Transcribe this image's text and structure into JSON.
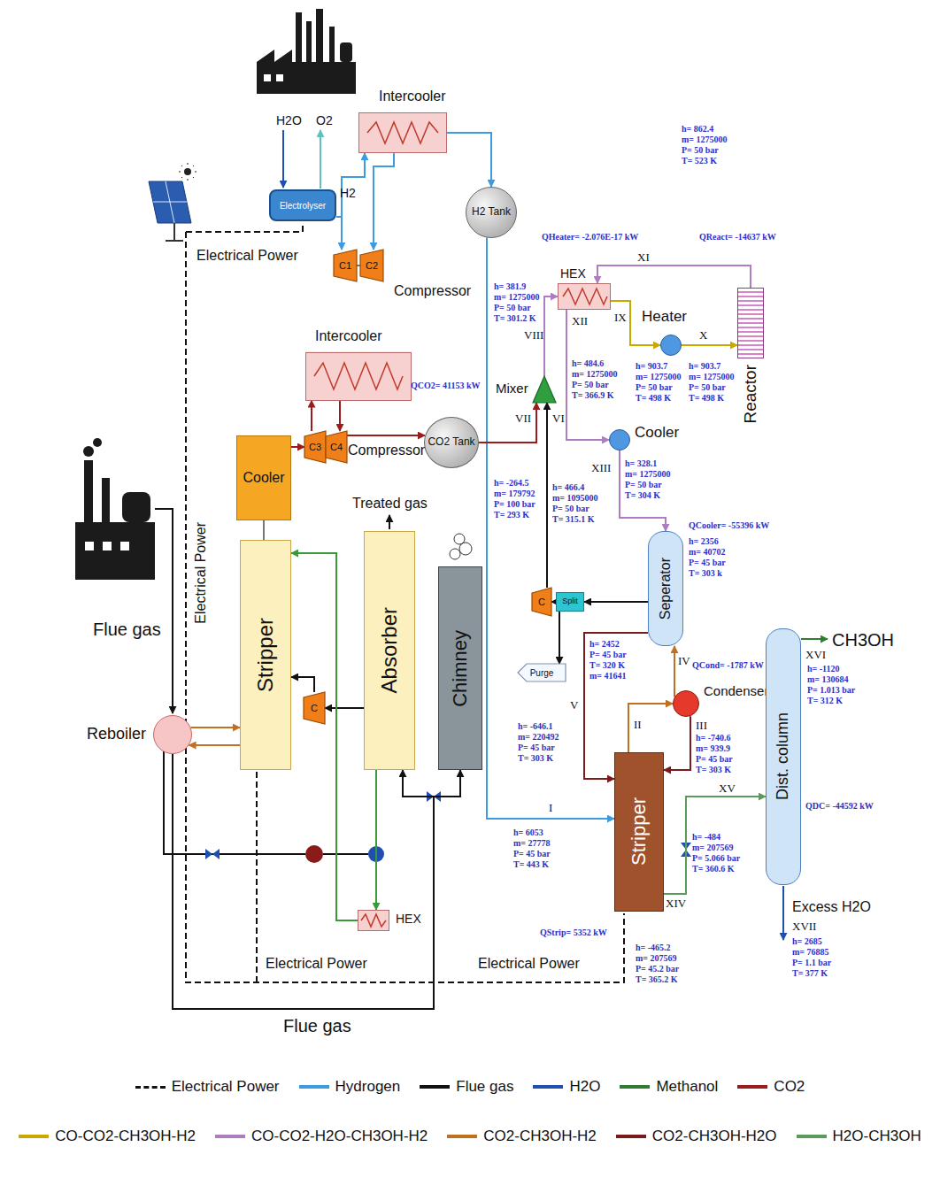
{
  "diagram": {
    "nodes": [
      {
        "text": [
          "Electrolyser"
        ]
      },
      {
        "text": [
          "Intercooler"
        ]
      },
      {
        "text": [
          "H2 Tank"
        ]
      },
      {
        "text": [
          "C1"
        ]
      },
      {
        "text": [
          "C2"
        ]
      },
      {
        "text": [
          "Intercooler"
        ]
      },
      {
        "text": [
          "CO2 Tank"
        ]
      },
      {
        "text": [
          "C3"
        ]
      },
      {
        "text": [
          "C4"
        ]
      },
      {
        "text": [
          "Cooler"
        ]
      },
      {
        "text": [
          "Stripper"
        ]
      },
      {
        "text": [
          "Absorber"
        ]
      },
      {
        "text": [
          "Chimney"
        ]
      },
      {
        "text": [
          "Reboiler"
        ]
      },
      {
        "text": [
          "C"
        ]
      },
      {
        "text": [
          "HEX"
        ]
      },
      {
        "text": [
          "HEX"
        ]
      },
      {
        "text": [
          "Mixer"
        ]
      },
      {
        "text": [
          "Heater"
        ]
      },
      {
        "text": [
          "Reactor"
        ]
      },
      {
        "text": [
          "Cooler"
        ]
      },
      {
        "text": [
          "Seperator"
        ]
      },
      {
        "text": [
          "Split"
        ]
      },
      {
        "text": [
          "Purge"
        ]
      },
      {
        "text": [
          "C"
        ]
      },
      {
        "text": [
          "Condenser"
        ]
      },
      {
        "text": [
          "Stripper"
        ]
      },
      {
        "text": [
          "Dist. column"
        ]
      }
    ],
    "edges": [
      {
        "from": 0,
        "to": 3,
        "arrow": "to"
      },
      {
        "from": 3,
        "to": 4,
        "arrow": "none"
      },
      {
        "from": 3,
        "to": 1,
        "arrow": "to"
      },
      {
        "from": 1,
        "to": 4,
        "arrow": "to"
      },
      {
        "from": 1,
        "to": 2,
        "arrow": "to"
      },
      {
        "from": 2,
        "to": 26,
        "arrow": "to"
      },
      {
        "from": 9,
        "to": 7,
        "arrow": "to"
      },
      {
        "from": 7,
        "to": 5,
        "arrow": "to"
      },
      {
        "from": 5,
        "to": 8,
        "arrow": "to"
      },
      {
        "from": 8,
        "to": 6,
        "arrow": "to"
      },
      {
        "from": 6,
        "to": 17,
        "arrow": "to"
      },
      {
        "from": 24,
        "to": 17,
        "arrow": "to"
      },
      {
        "from": 17,
        "to": 16,
        "arrow": "to"
      },
      {
        "from": 16,
        "to": 18,
        "arrow": "to"
      },
      {
        "from": 18,
        "to": 19,
        "arrow": "to"
      },
      {
        "from": 19,
        "to": 16,
        "arrow": "to"
      },
      {
        "from": 16,
        "to": 20,
        "arrow": "to"
      },
      {
        "from": 20,
        "to": 21,
        "arrow": "to"
      },
      {
        "from": 21,
        "to": 22,
        "arrow": "to"
      },
      {
        "from": 22,
        "to": 24,
        "arrow": "to"
      },
      {
        "from": 22,
        "to": 23,
        "arrow": "to"
      },
      {
        "from": 21,
        "to": 26,
        "arrow": "to"
      },
      {
        "from": 25,
        "to": 21,
        "arrow": "to"
      },
      {
        "from": 26,
        "to": 25,
        "arrow": "to"
      },
      {
        "from": 25,
        "to": 26,
        "arrow": "to"
      },
      {
        "from": 26,
        "to": 27,
        "arrow": "to"
      },
      {
        "from": 13,
        "to": 10,
        "arrow": "to"
      },
      {
        "from": 10,
        "to": 13,
        "arrow": "to"
      },
      {
        "from": 10,
        "to": 9,
        "arrow": "none"
      },
      {
        "from": 14,
        "to": 10,
        "arrow": "to"
      },
      {
        "from": 11,
        "to": 14,
        "arrow": "to"
      },
      {
        "from": 11,
        "to": 15,
        "arrow": "to"
      },
      {
        "from": 15,
        "to": 10,
        "arrow": "to"
      },
      {
        "from": 13,
        "to": 12,
        "arrow": "to"
      },
      {
        "from": 13,
        "to": 11,
        "arrow": "to"
      }
    ],
    "labels": [
      "H2O",
      "O2",
      "H2",
      "Electrical Power",
      "Compressor",
      "Compressor",
      "Electrical Power",
      "Flue gas",
      "Treated gas",
      "Electrical Power",
      "Electrical Power",
      "Flue gas",
      "QCO2= 41153 kW",
      "XI",
      "QHeater= -2.076E-17 kW",
      "QReact= -14637 kW",
      "h= 862.4",
      "m= 1275000",
      "P= 50 bar",
      "T= 523 K",
      "VIII",
      "h= 381.9",
      "m= 1275000",
      "P= 50 bar",
      "T= 301.2 K",
      "XII",
      "IX",
      "X",
      "h= 484.6",
      "m= 1275000",
      "P= 50 bar",
      "T= 366.9 K",
      "h= 903.7",
      "m= 1275000",
      "P= 50 bar",
      "T= 498 K",
      "h= 903.7",
      "m= 1275000",
      "P= 50 bar",
      "T= 498 K",
      "VII",
      "VI",
      "h= -264.5",
      "m= 179792",
      "P= 100 bar",
      "T= 293 K",
      "h= 466.4",
      "m= 1095000",
      "P= 50 bar",
      "T= 315.1 K",
      "XIII",
      "h= 328.1",
      "m= 1275000",
      "P= 50 bar",
      "T= 304 K",
      "QCooler= -55396 kW",
      "h= 2356",
      "m= 40702",
      "P= 45 bar",
      "T= 303 k",
      "IV",
      "h= 2452",
      "P= 45 bar",
      "T= 320 K",
      "m= 41641",
      "QCond= -1787 kW",
      "V",
      "h= -646.1",
      "m= 220492",
      "P= 45 bar",
      "T= 303 K",
      "II",
      "III",
      "h= -740.6",
      "m= 939.9",
      "P= 45 bar",
      "T= 303 K",
      "CH3OH",
      "XVI",
      "h= -1120",
      "m= 130684",
      "P= 1.013 bar",
      "T= 312 K",
      "QDC= -44592 kW",
      "I",
      "h= 6053",
      "m= 27778",
      "P= 45 bar",
      "T= 443 K",
      "XV",
      "XIV",
      "h= -484",
      "m= 207569",
      "P= 5.066 bar",
      "T= 360.6 K",
      "QStrip= 5352 kW",
      "h= -465.2",
      "m= 207569",
      "P= 45.2 bar",
      "T= 365.2 K",
      "Excess H2O",
      "XVII",
      "h= 2685",
      "m= 76885",
      "P= 1.1 bar",
      "T= 377 K"
    ],
    "legend": [
      {
        "text": "Electrical Power"
      },
      {
        "text": "Hydrogen",
        "color": "#3d9be0"
      },
      {
        "text": "Flue gas",
        "color": "#111111"
      },
      {
        "text": "H2O",
        "color": "#1f4fb0"
      },
      {
        "text": "Methanol",
        "color": "#2e7d32"
      },
      {
        "text": "CO2",
        "color": "#9b1c1c"
      },
      {
        "text": "CO-CO2-CH3OH-H2",
        "color": "#c9a800"
      },
      {
        "text": "CO-CO2-H2O-CH3OH-H2",
        "color": "#b07cc0"
      },
      {
        "text": "CO2-CH3OH-H2",
        "color": "#c07020"
      },
      {
        "text": "CO2-CH3OH-H2O",
        "color": "#7a1a1a"
      },
      {
        "text": "H2O-CH3OH",
        "color": "#5a9a5a"
      }
    ]
  }
}
